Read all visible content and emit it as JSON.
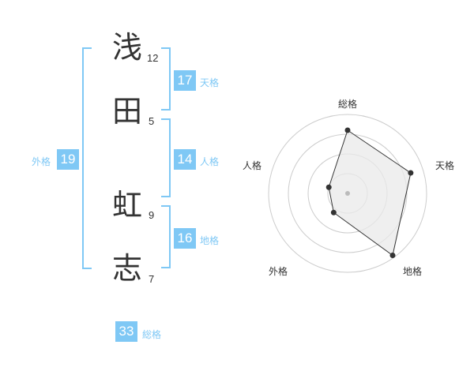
{
  "name": {
    "chars": [
      {
        "char": "浅",
        "strokes": "12"
      },
      {
        "char": "田",
        "strokes": "5"
      },
      {
        "char": "虹",
        "strokes": "9"
      },
      {
        "char": "志",
        "strokes": "7"
      }
    ]
  },
  "scores": {
    "tenkaku": {
      "value": "17",
      "label": "天格"
    },
    "jinkaku": {
      "value": "14",
      "label": "人格"
    },
    "chikaku": {
      "value": "16",
      "label": "地格"
    },
    "gaikaku": {
      "value": "19",
      "label": "外格"
    },
    "soukaku": {
      "value": "33",
      "label": "総格"
    }
  },
  "radar": {
    "labels": [
      "総格",
      "天格",
      "地格",
      "外格",
      "人格"
    ],
    "levels": 4,
    "values": [
      0.8,
      0.84,
      0.97,
      0.3,
      0.25
    ],
    "colors": {
      "grid": "#cccccc",
      "fill": "#e9e9e9",
      "line": "#333333",
      "point": "#333333",
      "center": "#bbbbbb"
    }
  },
  "colors": {
    "accent": "#7fc8f5"
  }
}
